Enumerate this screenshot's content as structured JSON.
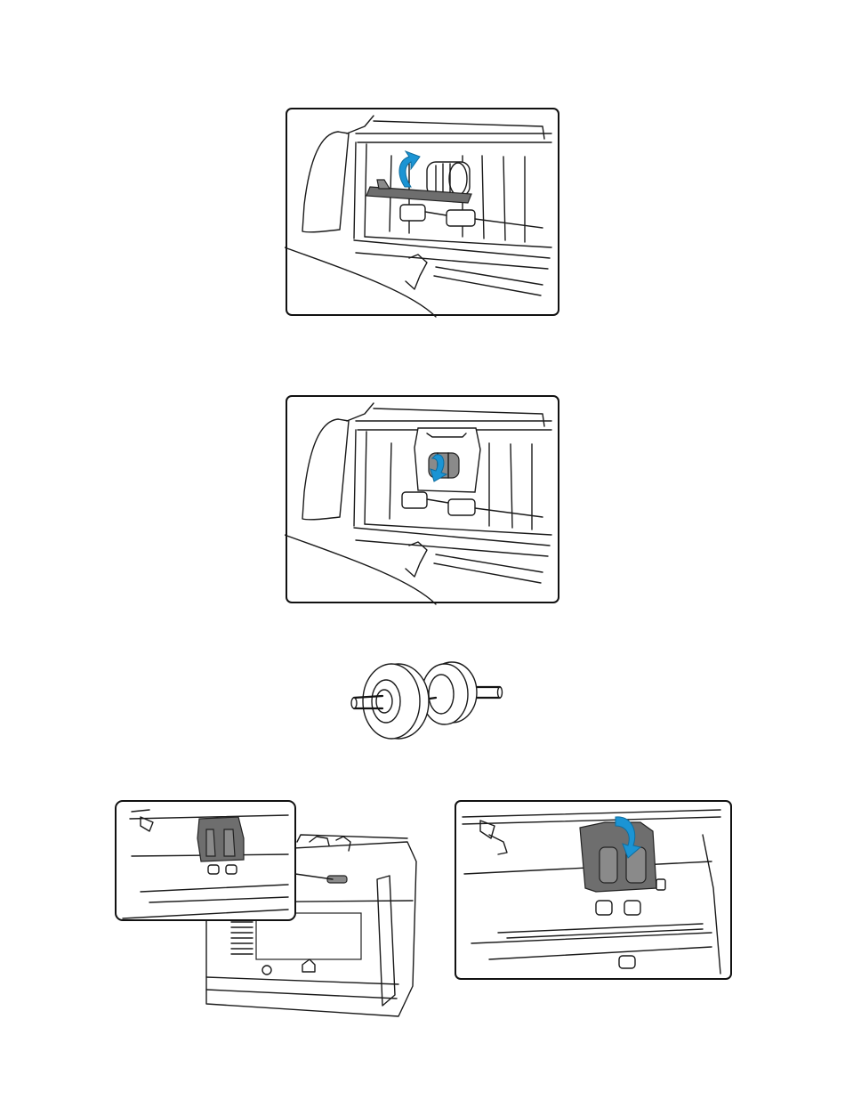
{
  "figures": [
    {
      "name": "figure-1",
      "description_visible": "",
      "arrow_color": "#1b94d4"
    },
    {
      "name": "figure-2",
      "arrow_color": "#1b94d4"
    },
    {
      "name": "figure-3"
    },
    {
      "name": "figure-4"
    },
    {
      "name": "figure-5",
      "arrow_color": "#1b94d4"
    }
  ]
}
